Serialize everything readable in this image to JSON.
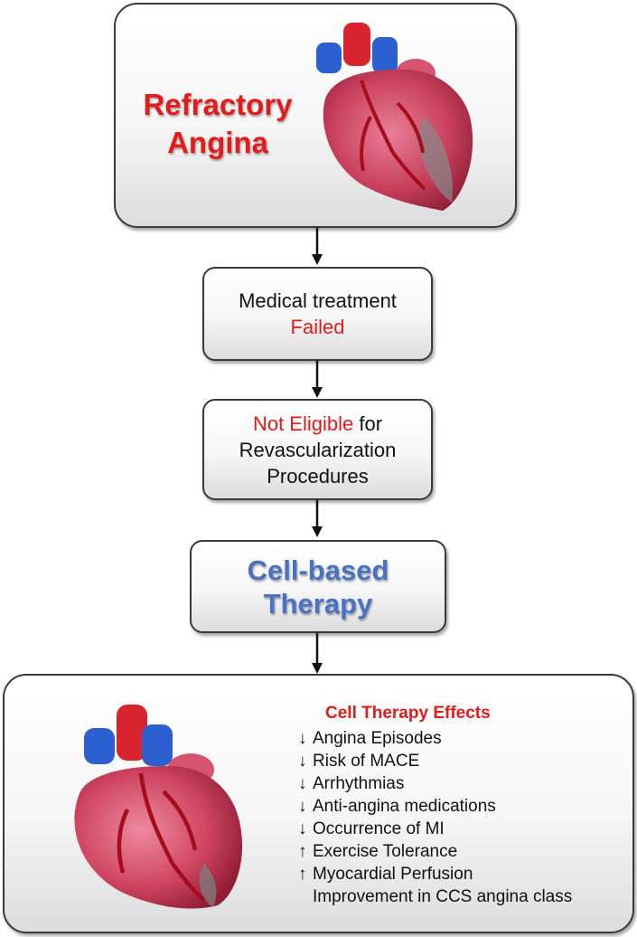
{
  "top_box": {
    "title_line1": "Refractory",
    "title_line2": "Angina"
  },
  "step1": {
    "line1": "Medical treatment",
    "line2": "Failed"
  },
  "step2": {
    "highlight": "Not Eligible",
    "rest_line1": " for",
    "line2": "Revascularization",
    "line3": "Procedures"
  },
  "therapy": {
    "line1": "Cell-based",
    "line2": "Therapy"
  },
  "effects": {
    "title": "Cell Therapy Effects",
    "items": [
      {
        "symbol": "↓",
        "text": "Angina Episodes"
      },
      {
        "symbol": "↓",
        "text": "Risk of MACE"
      },
      {
        "symbol": "↓",
        "text": "Arrhythmias"
      },
      {
        "symbol": "↓",
        "text": "Anti-angina medications"
      },
      {
        "symbol": "↓",
        "text": "Occurrence of MI"
      },
      {
        "symbol": "↑",
        "text": "Exercise Tolerance"
      },
      {
        "symbol": "↑",
        "text": "Myocardial Perfusion"
      },
      {
        "symbol": "",
        "text": "Improvement in CCS angina class"
      }
    ]
  },
  "colors": {
    "red": "#e31b1b",
    "blue": "#4a72c2",
    "border": "#3a3a3a"
  },
  "icons": [
    "heart-illustration-icon",
    "arrow-down-icon"
  ]
}
